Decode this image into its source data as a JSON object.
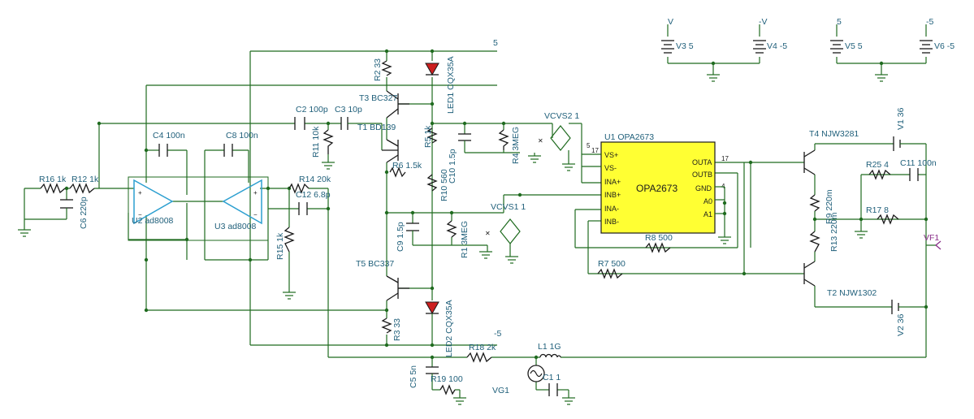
{
  "components": {
    "R2": "R2 33",
    "R3": "R3 33",
    "R4": "R4 3MEG",
    "R5": "R5 1k",
    "R6": "R6 1.5k",
    "R7": "R7 500",
    "R8": "R8 500",
    "R9": "R9 220m",
    "R10": "R10 560",
    "R11": "R11 10k",
    "R12": "R12 1k",
    "R13": "R13 220m",
    "R14": "R14 20k",
    "R15": "R15 1k",
    "R16": "R16 1k",
    "R17": "R17 8",
    "R18": "R18 2k",
    "R19": "R19 100",
    "R25": "R25 4",
    "R1": "R1 3MEG",
    "C1": "C1 1",
    "C2": "C2 100p",
    "C3": "C3 10p",
    "C4": "C4 100n",
    "C5": "C5 5n",
    "C6": "C6 220p",
    "C8": "C8 100n",
    "C9": "C9 1.5p",
    "C10": "C10 1.5p",
    "C11": "C11 100n",
    "C12": "C12 6.8p",
    "L1": "L1 1G",
    "LED1": "LED1 CQX35A",
    "LED2": "LED2 CQX35A",
    "T1": "T1 BD139",
    "T2": "T2 NJW1302",
    "T3": "T3 BC327",
    "T4": "T4 NJW3281",
    "T5": "T5 BC337",
    "U1": "U1 OPA2673",
    "U2": "U2 ad8008",
    "U3": "U3 ad8008",
    "VCVS1": "VCVS1 1",
    "VCVS2": "VCVS2 1",
    "V1": "V1 36",
    "V2": "V2 36",
    "V3": "V3 5",
    "V4": "V4 -5",
    "V5": "V5 5",
    "V6": "V6 -5",
    "VG1": "VG1",
    "VF1": "VF1"
  },
  "rails": {
    "pos5": "5",
    "neg5": "-5",
    "v_label": "V",
    "neg_v_label": "-V",
    "five": "5",
    "neg_five": "-5"
  },
  "chip": {
    "name": "OPA2673",
    "fill": "#ffff33",
    "pins_left": [
      "VS+",
      "VS-",
      "INA+",
      "INB+",
      "INA-",
      "INB-"
    ],
    "pins_right": [
      "OUTA",
      "OUTB",
      "GND",
      "A0",
      "A1"
    ],
    "pin_numbers": [
      "17",
      "5",
      "4"
    ]
  },
  "colors": {
    "wire": "#1f6b1f",
    "label": "#1f5f7a",
    "led": "#cc1f1f",
    "opamp": "#2c9fd0",
    "output": "#8a2f8a"
  }
}
